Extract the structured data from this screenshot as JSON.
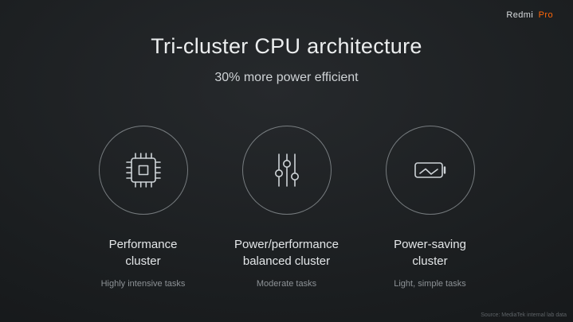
{
  "brand": {
    "name": "Redmi",
    "suffix": "Pro",
    "accent_color": "#ff6709"
  },
  "title": "Tri-cluster CPU architecture",
  "subtitle": "30% more power efficient",
  "clusters": [
    {
      "icon": "cpu-chip-icon",
      "label_line1": "Performance",
      "label_line2": "cluster",
      "description": "Highly intensive tasks"
    },
    {
      "icon": "equalizer-sliders-icon",
      "label_line1": "Power/performance",
      "label_line2": "balanced cluster",
      "description": "Moderate tasks"
    },
    {
      "icon": "battery-icon",
      "label_line1": "Power-saving",
      "label_line2": "cluster",
      "description": "Light, simple tasks"
    }
  ],
  "footnote": "Source: MediaTek internal lab data",
  "colors": {
    "background_dark": "#101214",
    "background_light": "#26292c",
    "text_primary": "#eceeef",
    "text_secondary": "#8d9296"
  }
}
